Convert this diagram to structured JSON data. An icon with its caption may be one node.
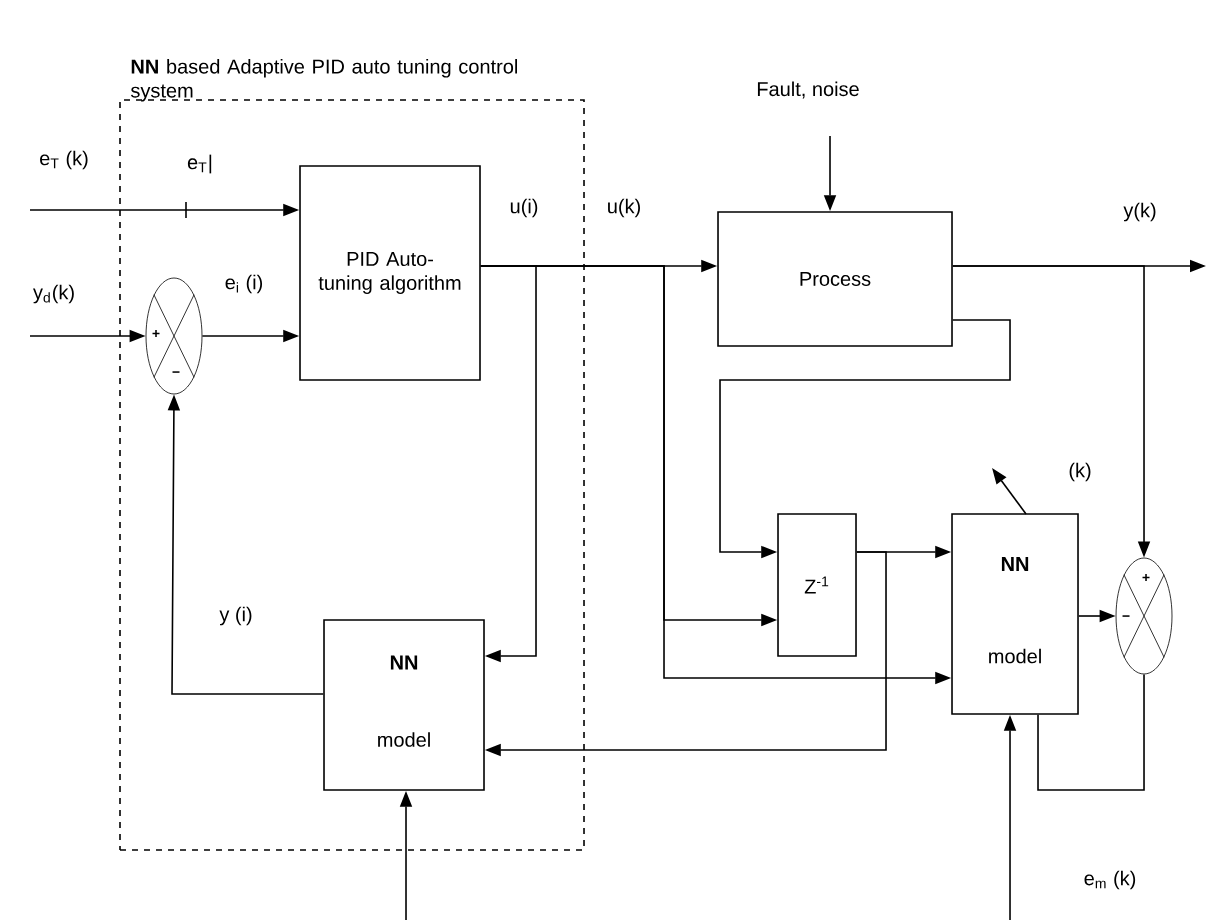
{
  "diagram": {
    "nodes": [
      {
        "text": [
          "**NN** based Adaptive PID auto tuning control system"
        ]
      },
      {
        "text": [
          "+",
          "−"
        ],
        "in": 0
      },
      {
        "text": [
          "PID Auto-tuning algorithm"
        ],
        "in": 0
      },
      {
        "text": [
          "NN",
          "model"
        ],
        "in": 0
      },
      {
        "text": [
          "Process"
        ]
      },
      {
        "text": [
          "Z$^{-1}$"
        ]
      },
      {
        "text": [
          "NN",
          "model"
        ]
      },
      {
        "text": [
          "+",
          "−"
        ]
      }
    ],
    "edges": [
      {
        "from": null,
        "to": 2,
        "arrow": "to"
      },
      {
        "from": null,
        "to": 1,
        "arrow": "to"
      },
      {
        "from": 1,
        "to": 2,
        "arrow": "to"
      },
      {
        "from": 2,
        "to": 4,
        "arrow": "to"
      },
      {
        "from": 2,
        "to": 3,
        "arrow": "to"
      },
      {
        "from": 2,
        "to": 5,
        "arrow": "to"
      },
      {
        "from": 2,
        "to": 6,
        "arrow": "to"
      },
      {
        "from": 4,
        "to": null,
        "arrow": "to"
      },
      {
        "from": 4,
        "to": 7,
        "arrow": "to"
      },
      {
        "from": 4,
        "to": 5,
        "arrow": "to"
      },
      {
        "from": 5,
        "to": 6,
        "arrow": "to"
      },
      {
        "from": 5,
        "to": 3,
        "arrow": "to"
      },
      {
        "from": 6,
        "to": 7,
        "arrow": "to"
      },
      {
        "from": 7,
        "to": 6,
        "arrow": "none"
      },
      {
        "from": null,
        "to": 6,
        "arrow": "to"
      },
      {
        "from": null,
        "to": 3,
        "arrow": "to"
      },
      {
        "from": 3,
        "to": 1,
        "arrow": "to"
      },
      {
        "from": null,
        "to": 4,
        "arrow": "to"
      }
    ],
    "labels": [
      "e$_{T}$ (k)",
      "e$_{T}$|",
      "y$_{d}$(k)",
      "e$_{i}$ (i)",
      "u(i)",
      "u(k)",
      "Fault, noise",
      "y(k)",
      "(k)",
      "y (i)",
      "e$_{m}$ (k)"
    ]
  }
}
